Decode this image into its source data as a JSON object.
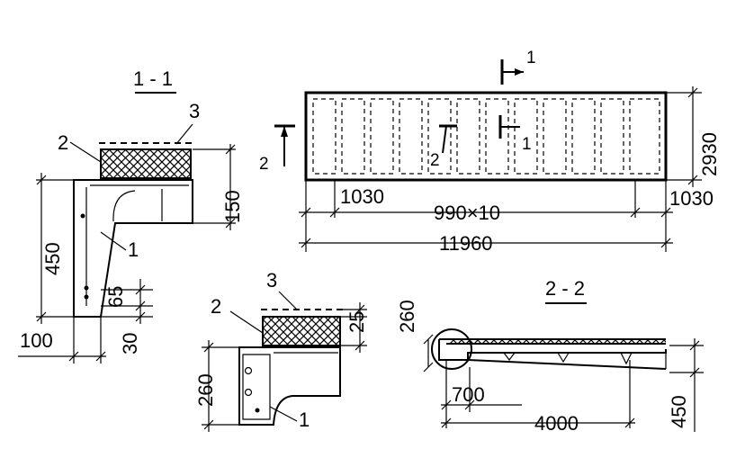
{
  "plan": {
    "section_marker_1": "1",
    "section_marker_2": "2",
    "inner_marker_1": "1",
    "inner_marker_2": "2",
    "dim_end_left": "1030",
    "dim_middle": "990×10",
    "dim_end_right": "1030",
    "dim_total": "11960",
    "dim_width": "2930"
  },
  "section_1_1": {
    "title": "1 - 1",
    "label_1": "1",
    "label_2": "2",
    "label_3": "3",
    "dim_450": "450",
    "dim_150": "150",
    "dim_65": "65",
    "dim_30": "30",
    "dim_100": "100"
  },
  "section_lower": {
    "label_1": "1",
    "label_2": "2",
    "label_3": "3",
    "dim_260": "260",
    "dim_25": "25"
  },
  "section_2_2": {
    "title": "2 - 2",
    "dim_260": "260",
    "dim_700": "700",
    "dim_4000": "4000",
    "dim_450": "450"
  }
}
